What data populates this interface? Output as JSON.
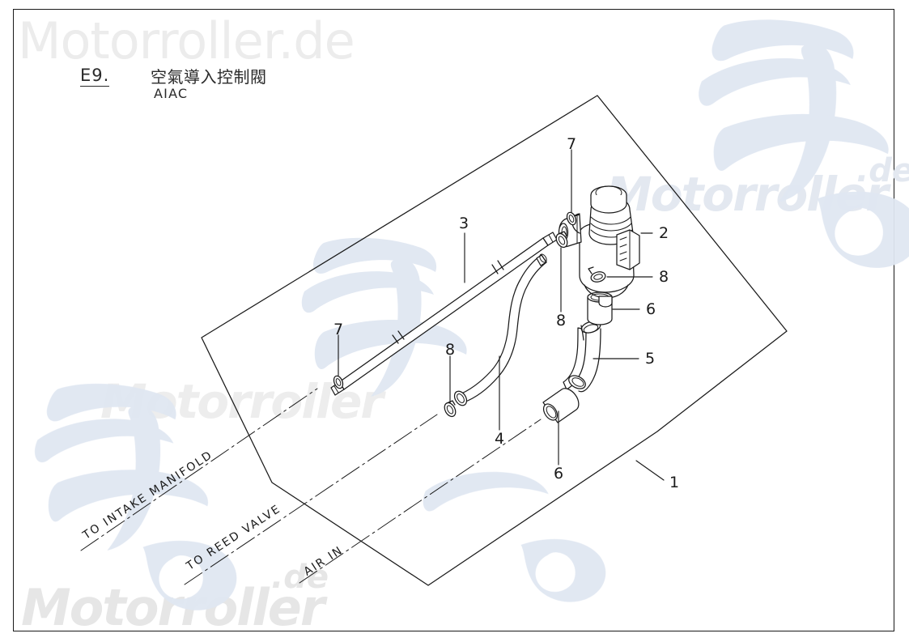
{
  "document": {
    "section_code": "E9.",
    "title_cn": "空氣導入控制閥",
    "title_en": "AIAC",
    "watermark": "Motorroller.de",
    "watermark_suffix": ".de",
    "watermark_main": "Motorroller"
  },
  "flow_labels": [
    {
      "id": "to-intake-manifold",
      "text": "TO INTAKE MANIFOLD"
    },
    {
      "id": "to-reed-valve",
      "text": "TO REED VALVE"
    },
    {
      "id": "air-in",
      "text": "AIR IN"
    }
  ],
  "callouts": [
    {
      "ref": "1",
      "label": "1",
      "part": "plate-outline"
    },
    {
      "ref": "2",
      "label": "2",
      "part": "aiac-valve-body"
    },
    {
      "ref": "3",
      "label": "3",
      "part": "long-pipe"
    },
    {
      "ref": "4",
      "label": "4",
      "part": "bent-hose"
    },
    {
      "ref": "5",
      "label": "5",
      "part": "elbow-hose"
    },
    {
      "ref": "6a",
      "label": "6",
      "part": "sleeve-upper"
    },
    {
      "ref": "6b",
      "label": "6",
      "part": "sleeve-lower"
    },
    {
      "ref": "7a",
      "label": "7",
      "part": "clip-upper"
    },
    {
      "ref": "7b",
      "label": "7",
      "part": "clip-left"
    },
    {
      "ref": "8a",
      "label": "8",
      "part": "clamp-upper-right"
    },
    {
      "ref": "8b",
      "label": "8",
      "part": "clamp-mid"
    },
    {
      "ref": "8c",
      "label": "8",
      "part": "clamp-lower"
    },
    {
      "ref": "8d",
      "label": "8",
      "part": "clamp-valve"
    }
  ],
  "colors": {
    "line": "#1a1a1a",
    "watermark_gray": "#ececec",
    "watermark_blue": "#e3e8f0",
    "background": "#ffffff"
  }
}
